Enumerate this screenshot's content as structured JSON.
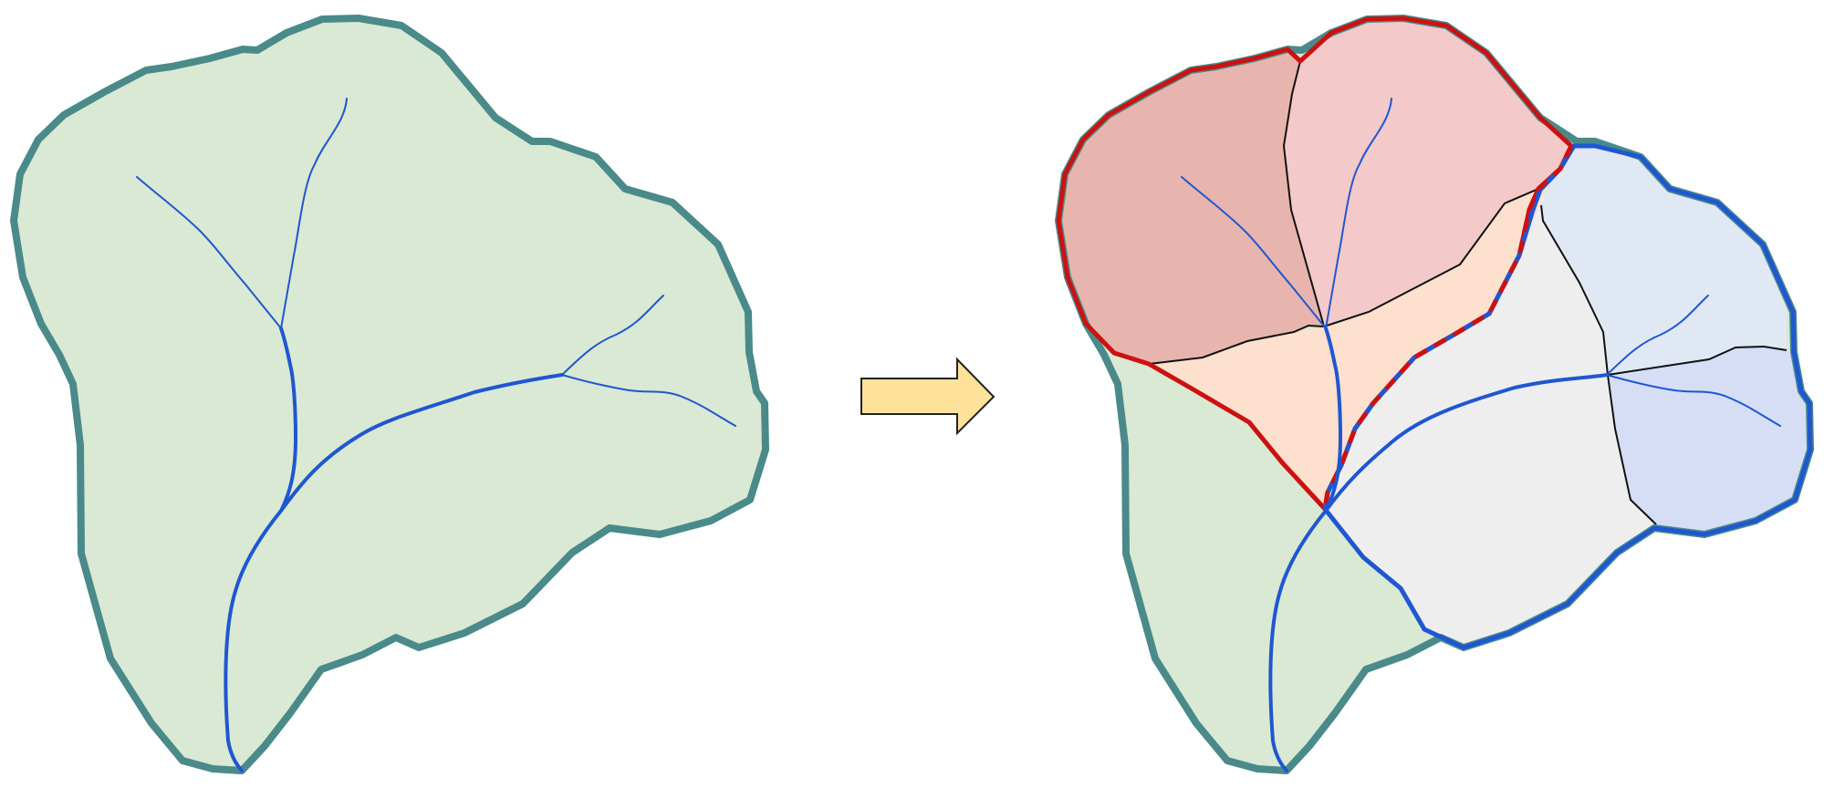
{
  "diagram": {
    "description_text": "",
    "colors": {
      "catchment_fill": "#d9e9d3",
      "catchment_outline": "#4a8a8a",
      "stream": "#1f57d1",
      "divide_red": "#cc1111",
      "arrow_fill": "#ffe29a",
      "arrow_stroke": "#222222",
      "sub_north_west": "#e7b5ad",
      "sub_north": "#f3c9ca",
      "sub_center": "#fde0cd",
      "sub_east_upper": "#dfe8f3",
      "sub_east_lower": "#d5def5",
      "sub_south_east": "#eeeeee",
      "internal_line": "#111111"
    },
    "panels": [
      {
        "name": "original-catchment",
        "subcatchments": 0
      },
      {
        "name": "delineated-catchment",
        "subcatchments": 6
      }
    ],
    "arrow": {
      "icon": "right-arrow-icon",
      "direction": "right"
    }
  }
}
